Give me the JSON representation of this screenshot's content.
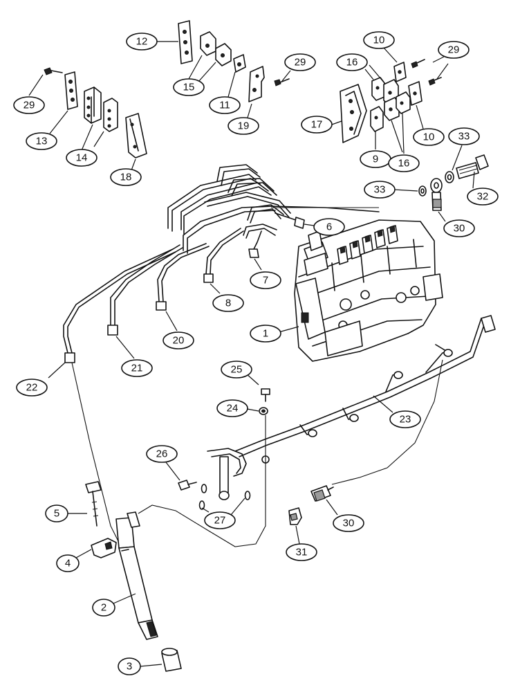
{
  "callouts": [
    {
      "id": "c12a",
      "label": "12"
    },
    {
      "id": "c15",
      "label": "15"
    },
    {
      "id": "c11",
      "label": "11"
    },
    {
      "id": "c19",
      "label": "19"
    },
    {
      "id": "c29a",
      "label": "29"
    },
    {
      "id": "c29b",
      "label": "29"
    },
    {
      "id": "c13",
      "label": "13"
    },
    {
      "id": "c14",
      "label": "14"
    },
    {
      "id": "c18",
      "label": "18"
    },
    {
      "id": "c10a",
      "label": "10"
    },
    {
      "id": "c16a",
      "label": "16"
    },
    {
      "id": "c29c",
      "label": "29"
    },
    {
      "id": "c17",
      "label": "17"
    },
    {
      "id": "c9",
      "label": "9"
    },
    {
      "id": "c16b",
      "label": "16"
    },
    {
      "id": "c10b",
      "label": "10"
    },
    {
      "id": "c33a",
      "label": "33"
    },
    {
      "id": "c32",
      "label": "32"
    },
    {
      "id": "c33b",
      "label": "33"
    },
    {
      "id": "c30a",
      "label": "30"
    },
    {
      "id": "c6",
      "label": "6"
    },
    {
      "id": "c7",
      "label": "7"
    },
    {
      "id": "c8",
      "label": "8"
    },
    {
      "id": "c1",
      "label": "1"
    },
    {
      "id": "c20",
      "label": "20"
    },
    {
      "id": "c21",
      "label": "21"
    },
    {
      "id": "c22",
      "label": "22"
    },
    {
      "id": "c25",
      "label": "25"
    },
    {
      "id": "c24",
      "label": "24"
    },
    {
      "id": "c23",
      "label": "23"
    },
    {
      "id": "c26",
      "label": "26"
    },
    {
      "id": "c27",
      "label": "27"
    },
    {
      "id": "c5",
      "label": "5"
    },
    {
      "id": "c4",
      "label": "4"
    },
    {
      "id": "c30b",
      "label": "30"
    },
    {
      "id": "c31",
      "label": "31"
    },
    {
      "id": "c2",
      "label": "2"
    },
    {
      "id": "c3",
      "label": "3"
    }
  ]
}
